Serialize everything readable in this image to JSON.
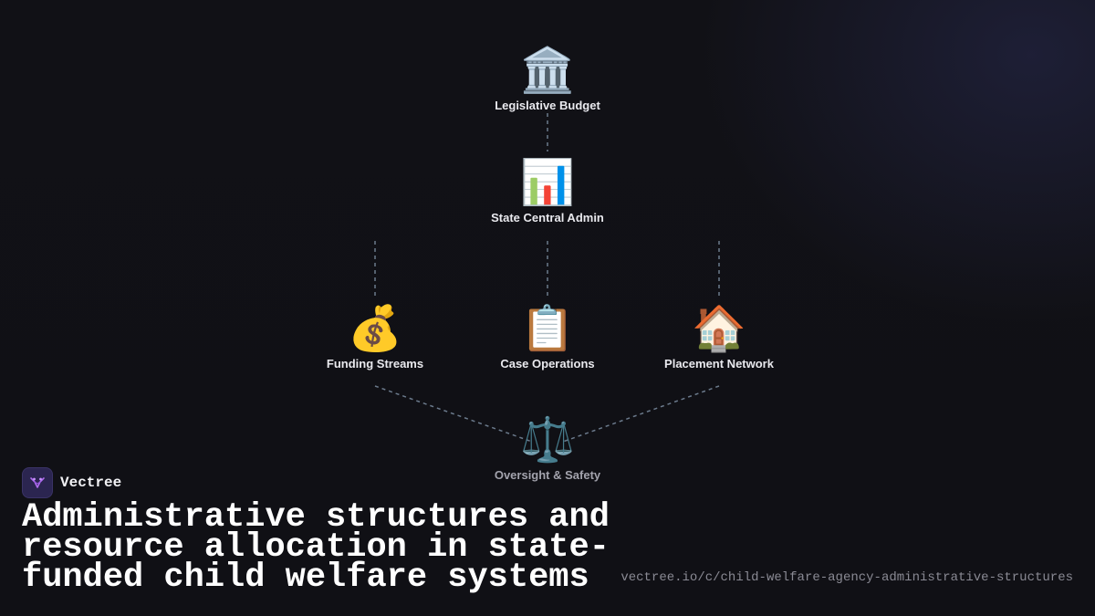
{
  "diagram": {
    "nodes": [
      {
        "id": "legislative",
        "label": "Legislative Budget",
        "icon": "🏛️",
        "icon_name": "classical-building-icon"
      },
      {
        "id": "central",
        "label": "State Central Admin",
        "icon": "📊",
        "icon_name": "bar-chart-icon"
      },
      {
        "id": "funding",
        "label": "Funding Streams",
        "icon": "💰",
        "icon_name": "money-bag-icon"
      },
      {
        "id": "case",
        "label": "Case Operations",
        "icon": "📋",
        "icon_name": "clipboard-icon"
      },
      {
        "id": "placement",
        "label": "Placement Network",
        "icon": "🏠",
        "icon_name": "house-icon"
      },
      {
        "id": "oversight",
        "label": "Oversight & Safety",
        "icon": "⚖️",
        "icon_name": "balance-scale-icon"
      }
    ],
    "edges": [
      {
        "from": "legislative",
        "to": "central"
      },
      {
        "from": "central",
        "to": "funding"
      },
      {
        "from": "central",
        "to": "case"
      },
      {
        "from": "central",
        "to": "placement"
      },
      {
        "from": "funding",
        "to": "oversight"
      },
      {
        "from": "placement",
        "to": "oversight"
      }
    ]
  },
  "brand": {
    "name": "Vectree",
    "logo_icon": "vectree-logo-icon"
  },
  "headline": "Administrative structures and resource allocation in state-funded child welfare systems",
  "url": "vectree.io/c/child-welfare-agency-administrative-structures",
  "colors": {
    "background": "#111116",
    "connector": "#6b7a8c",
    "label": "#e9e9ee",
    "label_dim": "#a3a3ad",
    "logo_bg": "#2b2550",
    "logo_accent": "#b06cf0",
    "url": "#8a8a94"
  }
}
